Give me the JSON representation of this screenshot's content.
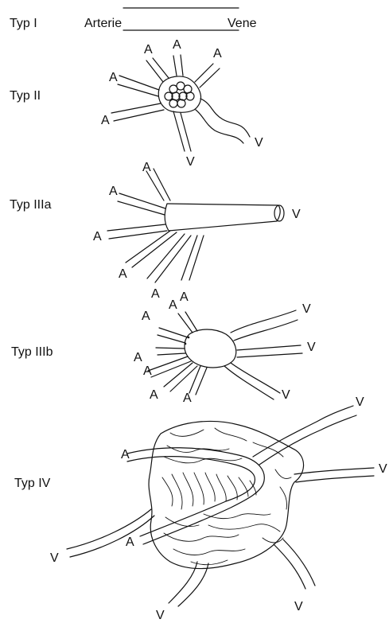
{
  "types": {
    "typ1": "Typ I",
    "typ2": "Typ II",
    "typ3a": "Typ IIIa",
    "typ3b": "Typ IIIb",
    "typ4": "Typ IV"
  },
  "typ1_labels": {
    "arterie": "Arterie",
    "vene": "Vene"
  },
  "letters": {
    "artery": "A",
    "vein": "V"
  }
}
